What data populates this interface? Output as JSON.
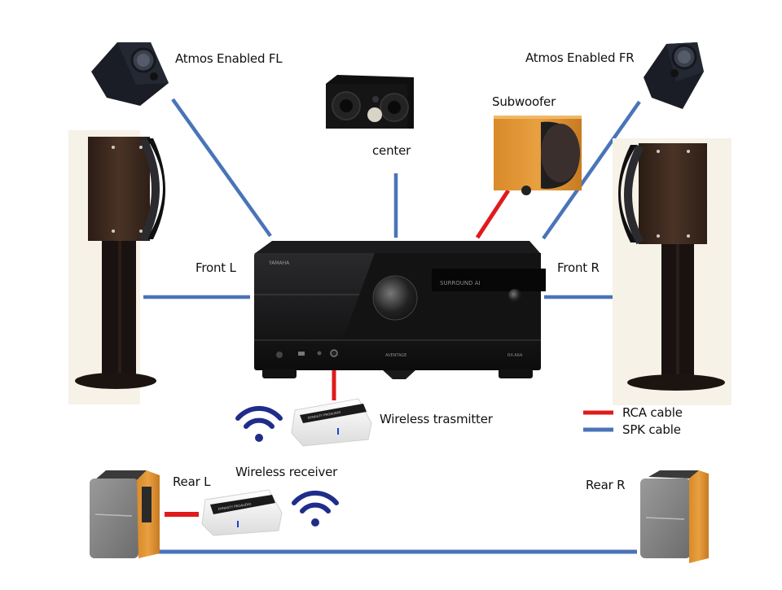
{
  "diagram": {
    "title": "Home theater speaker wiring",
    "colors": {
      "rca_cable": "#e01b1b",
      "spk_cable": "#4a74b8",
      "wifi_icon": "#1f2d8a",
      "background": "#ffffff"
    },
    "labels": {
      "atmos_fl": "Atmos Enabled FL",
      "atmos_fr": "Atmos Enabled FR",
      "center": "center",
      "subwoofer": "Subwoofer",
      "front_l": "Front L",
      "front_r": "Front R",
      "wireless_transmitter": "Wireless trasmitter",
      "wireless_receiver": "Wireless receiver",
      "rear_l": "Rear L",
      "rear_r": "Rear R"
    },
    "receiver": {
      "brand": "YAMAHA",
      "display_line1": "SURROUND AI",
      "model_series": "AVENTAGE",
      "model": "RX-A6A"
    },
    "legend": [
      {
        "label": "RCA cable",
        "color_key": "rca_cable"
      },
      {
        "label": "SPK cable",
        "color_key": "spk_cable"
      }
    ],
    "connections": [
      {
        "from": "Atmos Enabled FL",
        "to": "AV receiver",
        "cable": "SPK cable"
      },
      {
        "from": "center",
        "to": "AV receiver",
        "cable": "SPK cable"
      },
      {
        "from": "Subwoofer",
        "to": "AV receiver",
        "cable": "RCA cable"
      },
      {
        "from": "Atmos Enabled FR",
        "to": "AV receiver",
        "cable": "SPK cable"
      },
      {
        "from": "Front L",
        "to": "AV receiver",
        "cable": "SPK cable"
      },
      {
        "from": "Front R",
        "to": "AV receiver",
        "cable": "SPK cable"
      },
      {
        "from": "AV receiver",
        "to": "Wireless trasmitter",
        "cable": "RCA cable"
      },
      {
        "from": "Wireless receiver",
        "to": "Rear L",
        "cable": "RCA cable"
      },
      {
        "from": "Rear L",
        "to": "Rear R",
        "cable": "SPK cable"
      }
    ],
    "device_badge": "DYNASTY PROAUDIO"
  }
}
